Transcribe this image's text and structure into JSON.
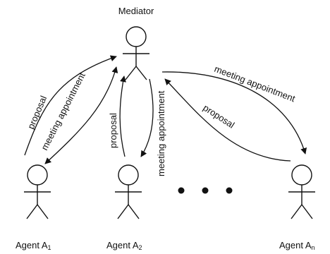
{
  "mediator": {
    "label": "Mediator"
  },
  "agents": [
    {
      "label": "Agent A",
      "subscript": "1"
    },
    {
      "label": "Agent A",
      "subscript": "2"
    },
    {
      "label": "Agent A",
      "subscript": "n"
    }
  ],
  "edges": {
    "a1_proposal": "proposal",
    "a1_meeting": "meeting appointment",
    "a2_proposal": "proposal",
    "a2_meeting": "meeting appointment",
    "an_meeting": "meeting appointment",
    "an_proposal": "proposal"
  }
}
